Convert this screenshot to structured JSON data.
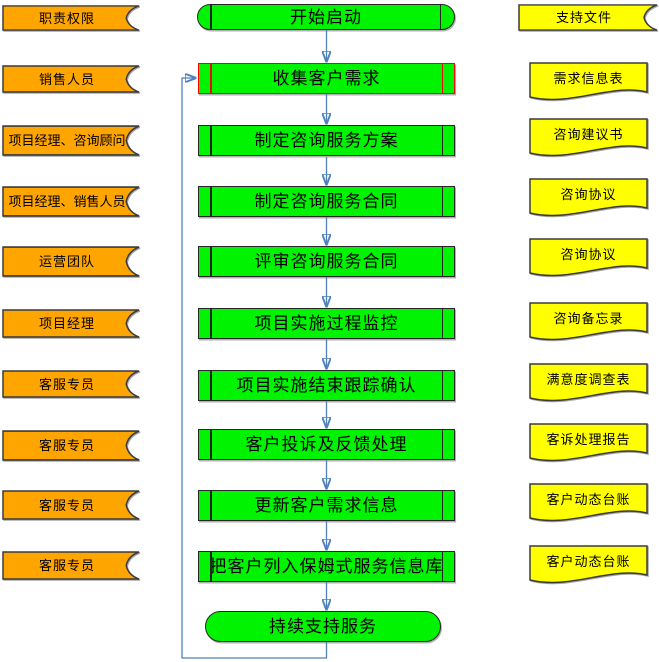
{
  "colors": {
    "process_fill": "#00f300",
    "role_fill": "#ffa500",
    "document_fill": "#ffff00",
    "highlight_border": "#ff0000",
    "connector": "#4f81bd",
    "outline": "#262626"
  },
  "roles": {
    "header": "职责权限",
    "items": [
      "销售人员",
      "项目经理、咨询顾问",
      "项目经理、销售人员",
      "运营团队",
      "项目经理",
      "客服专员",
      "客服专员",
      "客服专员",
      "客服专员"
    ]
  },
  "process": {
    "start": "开始启动",
    "steps": [
      "收集客户需求",
      "制定咨询服务方案",
      "制定咨询服务合同",
      "评审咨询服务合同",
      "项目实施过程监控",
      "项目实施结束跟踪确认",
      "客户投诉及反馈处理",
      "更新客户需求信息",
      "把客户列入保姆式服务信息库"
    ],
    "end": "持续支持服务"
  },
  "documents": {
    "header": "支持文件",
    "items": [
      "需求信息表",
      "咨询建议书",
      "咨询协议",
      "咨询协议",
      "咨询备忘录",
      "满意度调查表",
      "客诉处理报告",
      "客户动态台账",
      "客户动态台账"
    ]
  }
}
